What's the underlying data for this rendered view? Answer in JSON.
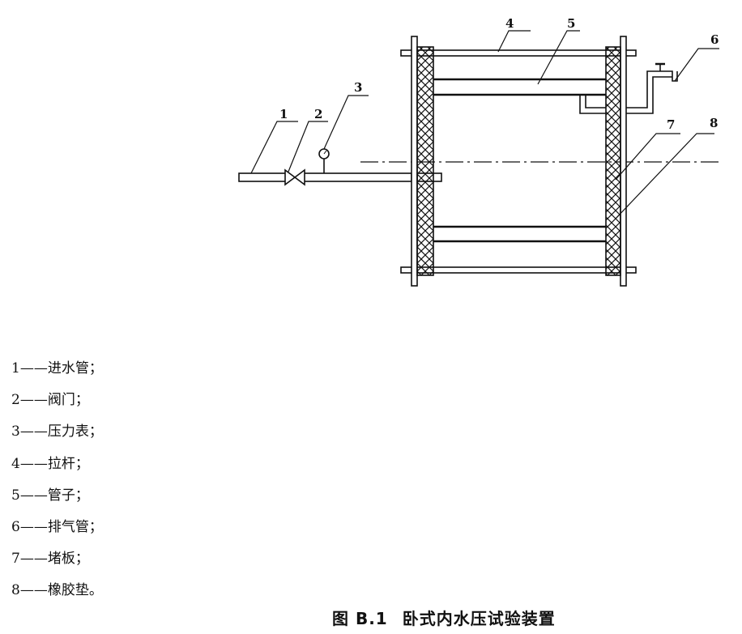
{
  "callouts": [
    "1",
    "2",
    "3",
    "4",
    "5",
    "6",
    "7",
    "8"
  ],
  "legend": [
    {
      "num": "1",
      "dash": "——",
      "text": "进水管；"
    },
    {
      "num": "2",
      "dash": "——",
      "text": "阀门；"
    },
    {
      "num": "3",
      "dash": "——",
      "text": "压力表；"
    },
    {
      "num": "4",
      "dash": "——",
      "text": "拉杆；"
    },
    {
      "num": "5",
      "dash": "——",
      "text": "管子；"
    },
    {
      "num": "6",
      "dash": "——",
      "text": "排气管；"
    },
    {
      "num": "7",
      "dash": "——",
      "text": "堵板；"
    },
    {
      "num": "8",
      "dash": "——",
      "text": "橡胶垫。"
    }
  ],
  "caption": {
    "number": "图 B.1",
    "title": "卧式内水压试验装置"
  }
}
